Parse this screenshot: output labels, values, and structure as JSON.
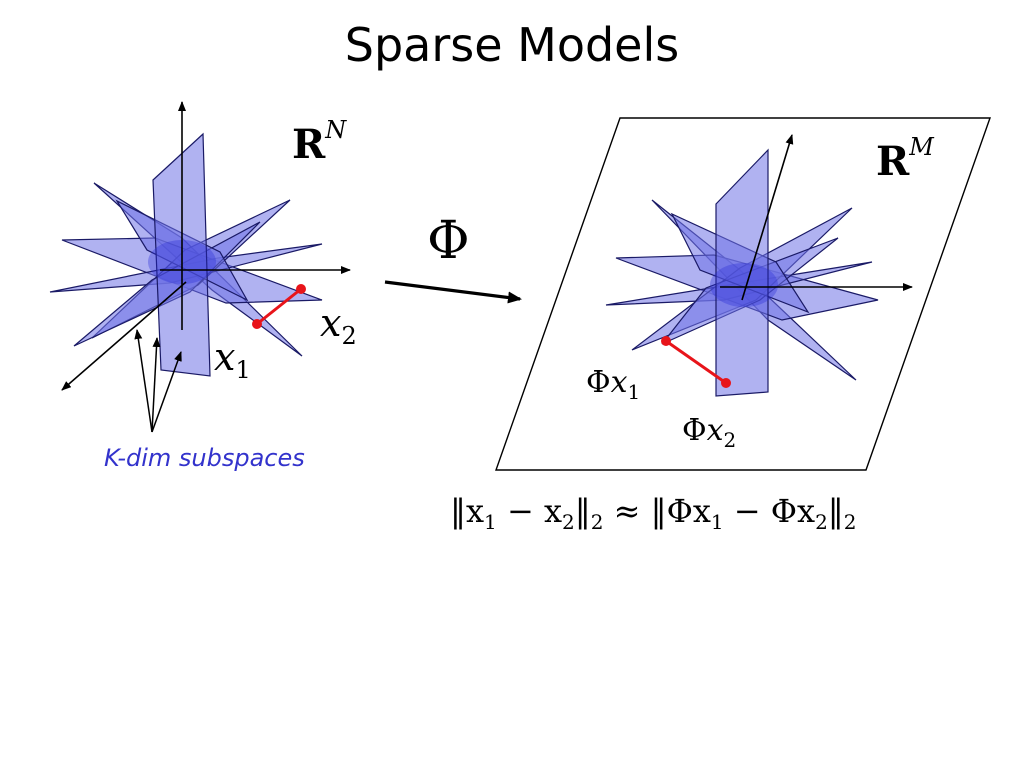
{
  "title": "Sparse Models",
  "labels": {
    "space_left": {
      "base": "R",
      "sup": "N"
    },
    "space_right": {
      "base": "R",
      "sup": "M"
    },
    "operator": "Φ",
    "point_1": {
      "base": "x",
      "sub": "1"
    },
    "point_2": {
      "base": "x",
      "sub": "2"
    },
    "proj_point_1": {
      "op": "Φ",
      "base": "x",
      "sub": "1"
    },
    "proj_point_2": {
      "op": "Φ",
      "base": "x",
      "sub": "2"
    },
    "subspace_note": "K-dim subspaces"
  },
  "equation": {
    "lhs_open": "‖x",
    "lhs_sub1": "1",
    "lhs_minus": " − x",
    "lhs_sub2": "2",
    "lhs_close": "‖",
    "lhs_norm": "2",
    "approx": " ≈ ",
    "rhs_open": "‖Φx",
    "rhs_sub1": "1",
    "rhs_minus": " − Φx",
    "rhs_sub2": "2",
    "rhs_close": "‖",
    "rhs_norm": "2"
  },
  "colors": {
    "plane_fill": "#6f72e6",
    "plane_stroke": "#1a1a66",
    "segment": "#e8141a",
    "note_text": "#3333cc"
  }
}
